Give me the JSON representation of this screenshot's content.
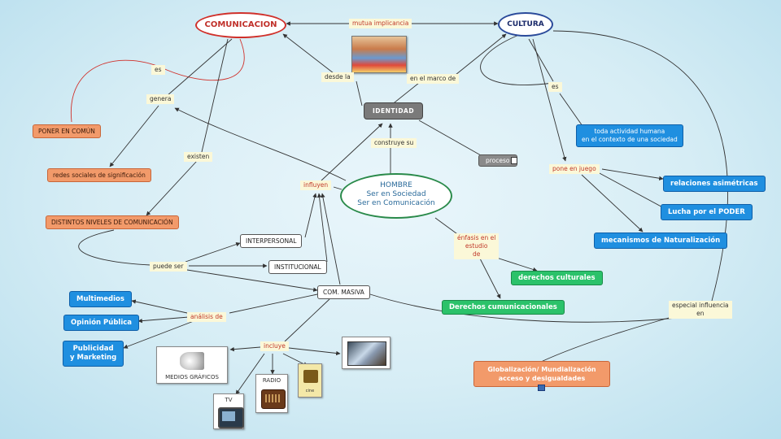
{
  "nodes": {
    "comunicacion": "COMUNICACION",
    "cultura": "CULTURA",
    "identidad": "IDENTIDAD",
    "hombre": [
      "HOMBRE",
      "Ser en Sociedad",
      "Ser en Comunicación"
    ],
    "poner_en_comun": "PONER EN COMÚN",
    "redes_sociales": "redes sociales de significación",
    "distintos_niveles": "DISTINTOS NIVELES DE COMUNICACIÓN",
    "interpersonal": "INTERPERSONAL",
    "institucional": "INSTITUCIONAL",
    "com_masiva": "COM. MASIVA",
    "multimedios": "Multimedios",
    "opinion_publica": "Opinión Pública",
    "publicidad": [
      "Publicidad",
      "y Marketing"
    ],
    "actividad_humana": [
      "toda actividad humana",
      "en el contexto de una sociedad"
    ],
    "relaciones_asimetricas": "relaciones asimétricas",
    "lucha_poder": "Lucha por el PODER",
    "mecanismos": "mecanismos de Naturalización",
    "derechos_culturales": "derechos culturales",
    "derechos_comunicacionales": "Derechos cumunicacionales",
    "globalizacion": [
      "Globalización/ Mundialización",
      "acceso y desigualdades"
    ],
    "proceso": "proceso"
  },
  "links": {
    "mutua_implicancia": "mutua implicancia",
    "es_left": "es",
    "genera": "genera",
    "existen": "existen",
    "desde_la": "desde la",
    "en_el_marco_de": "en el marco de",
    "construye_su": "construye su",
    "influyen": "influyen",
    "puede_ser": "puede ser",
    "analisis_de": "análisis de",
    "incluye": "incluye",
    "es_right": "es",
    "pone_en_juego": "pone en juego",
    "enfasis": [
      "énfasis en el",
      "estudio",
      "de"
    ],
    "especial_influencia": [
      "especial influencia",
      "en"
    ]
  },
  "media": {
    "medios_graficos": "MEDIOS GRÁFICOS",
    "radio": "RADIO",
    "tv": "TV",
    "cine": "cine"
  },
  "colors": {
    "orange": "#f29a6a",
    "blue": "#1f8fe0",
    "green": "#2bc26a",
    "gray": "#7a7a7a",
    "link_bg": "#fbf8d8",
    "red_text": "#c0392b"
  }
}
